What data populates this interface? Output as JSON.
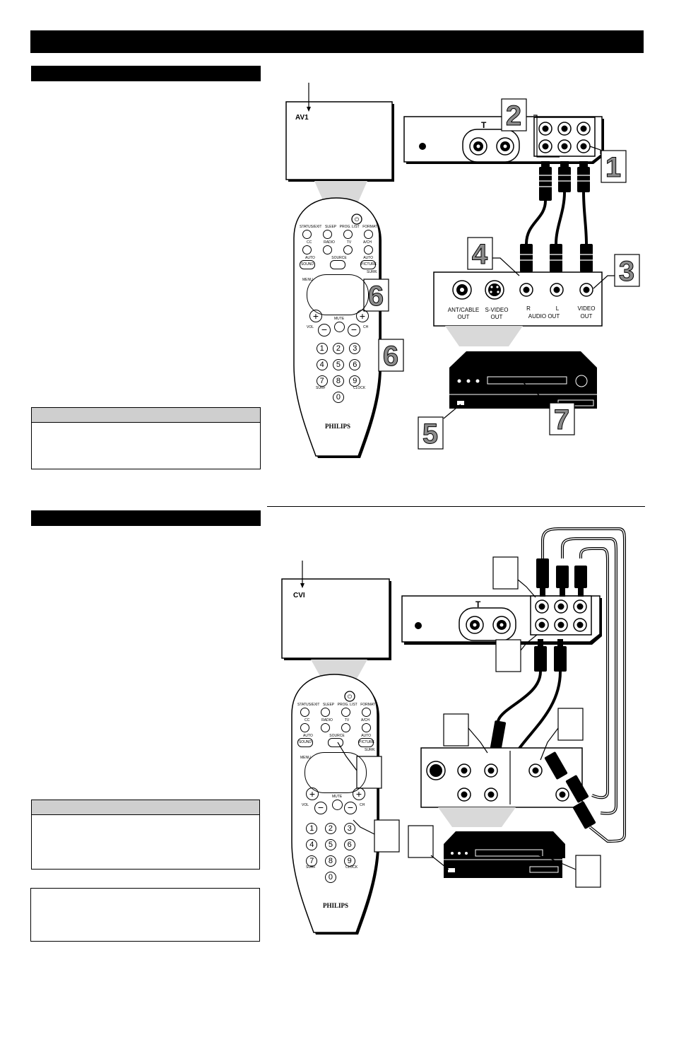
{
  "screen_labels": {
    "top": "AV1",
    "bottom": "CVI"
  },
  "remote": {
    "brand": "PHILIPS",
    "row1": [
      "STATUS/EXIT",
      "SLEEP",
      "PROG. LIST",
      "FORMAT"
    ],
    "row2": [
      "CC",
      "RADIO",
      "TV",
      "A/CH"
    ],
    "row3": [
      "AUTO SOUND",
      "SOURCE",
      "AUTO PICTURE"
    ],
    "row3_caps": [
      "AUTO",
      "SOURCE",
      "AUTO"
    ],
    "row3_inner": [
      "SOUND",
      "PICTURE"
    ],
    "surr": "SURR.",
    "menu": "MENU",
    "mute": "MUTE",
    "vol": "VOL",
    "ch": "CH",
    "digits": [
      "1",
      "2",
      "3",
      "4",
      "5",
      "6",
      "7",
      "8",
      "9",
      "0"
    ],
    "surf": "SURF",
    "clock": "CLOCK"
  },
  "vcr_panel": {
    "ant_label": [
      "ANT/CABLE",
      "OUT"
    ],
    "svideo_label": [
      "S-VIDEO",
      "OUT"
    ],
    "r_label": "R",
    "l_label": "L",
    "audio_out_label": "AUDIO OUT",
    "video_label": [
      "VIDEO",
      "OUT"
    ]
  },
  "steps_top": [
    "1",
    "2",
    "3",
    "4",
    "5",
    "6",
    "6",
    "7"
  ],
  "colors": {
    "bar": "#000000",
    "note_head": "#cfcfcf",
    "step_number": "#8c8c8c",
    "beam": "#d9d9d9"
  }
}
